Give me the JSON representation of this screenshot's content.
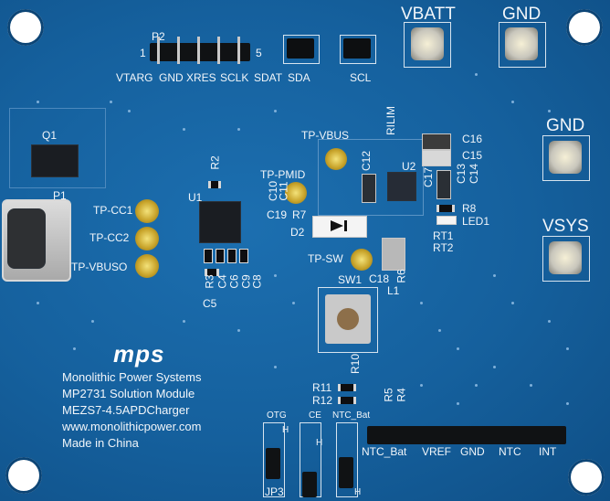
{
  "board": {
    "header_p2": {
      "ref": "P2",
      "pin_first": "1",
      "pin_last": "5",
      "pins": [
        "VTARG",
        "GND",
        "XRES",
        "SCLK",
        "SDAT"
      ]
    },
    "jumpers_top": [
      "SDA",
      "SCL"
    ],
    "terminals": [
      "VBATT",
      "GND",
      "GND",
      "VSYS"
    ],
    "test_points": [
      "TP-VBUS",
      "TP-PMID",
      "TP-CC1",
      "TP-CC2",
      "TP-VBUSO",
      "TP-SW"
    ],
    "ref_designators": {
      "q1": "Q1",
      "p1": "P1",
      "u1": "U1",
      "u2": "U2",
      "r2": "R2",
      "rilim": "RILIM",
      "c16": "C16",
      "c15": "C15",
      "c12": "C12",
      "c17": "C17",
      "c13": "C13",
      "c14": "C14",
      "c10": "C10",
      "c11": "C11",
      "c19": "C19",
      "r7": "R7",
      "d2": "D2",
      "r8": "R8",
      "led1": "LED1",
      "rt1": "RT1",
      "rt2": "RT2",
      "r6": "R6",
      "l1": "L1",
      "c18": "C18",
      "sw1": "SW1",
      "r3": "R3",
      "c4": "C4",
      "c6": "C6",
      "c9": "C9",
      "c8": "C8",
      "c5": "C5",
      "r10": "R10",
      "r11": "R11",
      "r12": "R12",
      "r5": "R5",
      "r4": "R4",
      "jp3": "JP3",
      "h1": "H",
      "h2": "H",
      "h3": "H"
    },
    "jumpers_bottom": [
      "OTG",
      "CE",
      "NTC_Bat"
    ],
    "header_bottom": [
      "NTC_Bat",
      "VREF",
      "GND",
      "NTC",
      "INT"
    ],
    "logo": "mps",
    "info_lines": [
      "Monolithic Power Systems",
      "MP2731 Solution Module",
      "MEZS7-4.5APDCharger",
      "www.monolithicpower.com",
      "Made in China"
    ]
  },
  "colors": {
    "pcb": "#15609d",
    "silk": "#f2f6fa",
    "gold": "#c9a52c"
  }
}
